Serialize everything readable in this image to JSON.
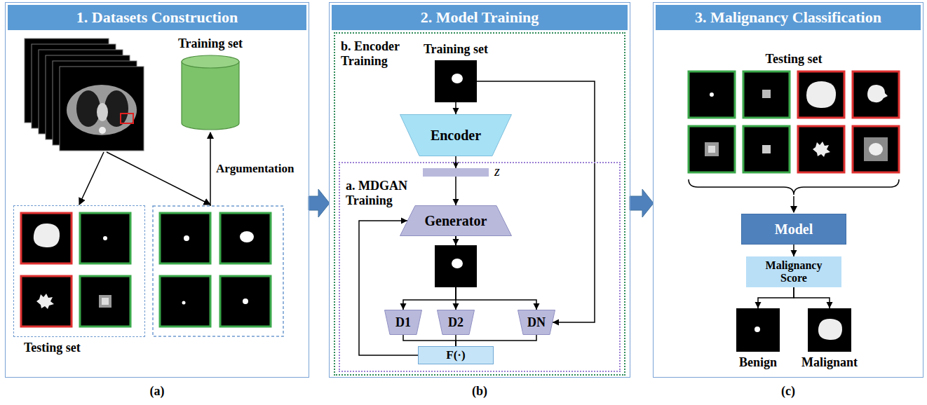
{
  "diagram": {
    "nodes": [
      {
        "text": [
          "1. Datasets Construction"
        ]
      },
      {
        "text": [
          "Training set"
        ],
        "in": 0
      },
      {
        "text": [
          "Testing set"
        ],
        "in": 0
      },
      {
        "text": [
          "2. Model Training"
        ]
      },
      {
        "text": [
          "b. Encoder Training"
        ],
        "in": 3
      },
      {
        "text": [
          "Training set"
        ],
        "in": 4
      },
      {
        "text": [
          "Encoder"
        ],
        "in": 4
      },
      {
        "text": [
          "a. MDGAN Training"
        ],
        "in": 4
      },
      {
        "text": [
          "z"
        ],
        "in": 7
      },
      {
        "text": [
          "Generator"
        ],
        "in": 7
      },
      {
        "text": [
          "D1"
        ],
        "in": 7
      },
      {
        "text": [
          "D2"
        ],
        "in": 7
      },
      {
        "text": [
          "DN"
        ],
        "in": 7
      },
      {
        "text": [
          "F(·)"
        ],
        "in": 7
      },
      {
        "text": [
          "3. Malignancy Classification"
        ]
      },
      {
        "text": [
          "Model"
        ],
        "in": 14
      },
      {
        "text": [
          "Malignancy Score"
        ],
        "in": 14
      },
      {
        "text": [
          "Benign"
        ],
        "in": 14
      },
      {
        "text": [
          "Malignant"
        ],
        "in": 14
      }
    ],
    "edges": [
      {
        "from": 0,
        "to": 3,
        "arrow": "to"
      },
      {
        "from": 3,
        "to": 14,
        "arrow": "to"
      },
      {
        "from": 5,
        "to": 6,
        "arrow": "to"
      },
      {
        "from": 5,
        "to": 12,
        "arrow": "to"
      },
      {
        "from": 6,
        "to": 8,
        "arrow": "to"
      },
      {
        "from": 8,
        "to": 9,
        "arrow": "to"
      },
      {
        "from": 9,
        "to": 10,
        "arrow": "to"
      },
      {
        "from": 9,
        "to": 11,
        "arrow": "to"
      },
      {
        "from": 9,
        "to": 12,
        "arrow": "to"
      },
      {
        "from": 10,
        "to": 13,
        "arrow": "none"
      },
      {
        "from": 11,
        "to": 13,
        "arrow": "none"
      },
      {
        "from": 12,
        "to": 13,
        "arrow": "none"
      },
      {
        "from": 13,
        "to": 9,
        "arrow": "to"
      },
      {
        "from": 15,
        "to": 16,
        "arrow": "to"
      },
      {
        "from": 16,
        "to": 17,
        "arrow": "to"
      },
      {
        "from": 16,
        "to": 18,
        "arrow": "to"
      }
    ],
    "labels": [
      "Argumentation",
      "Testing set",
      "(a)",
      "(b)",
      "(c)"
    ]
  }
}
